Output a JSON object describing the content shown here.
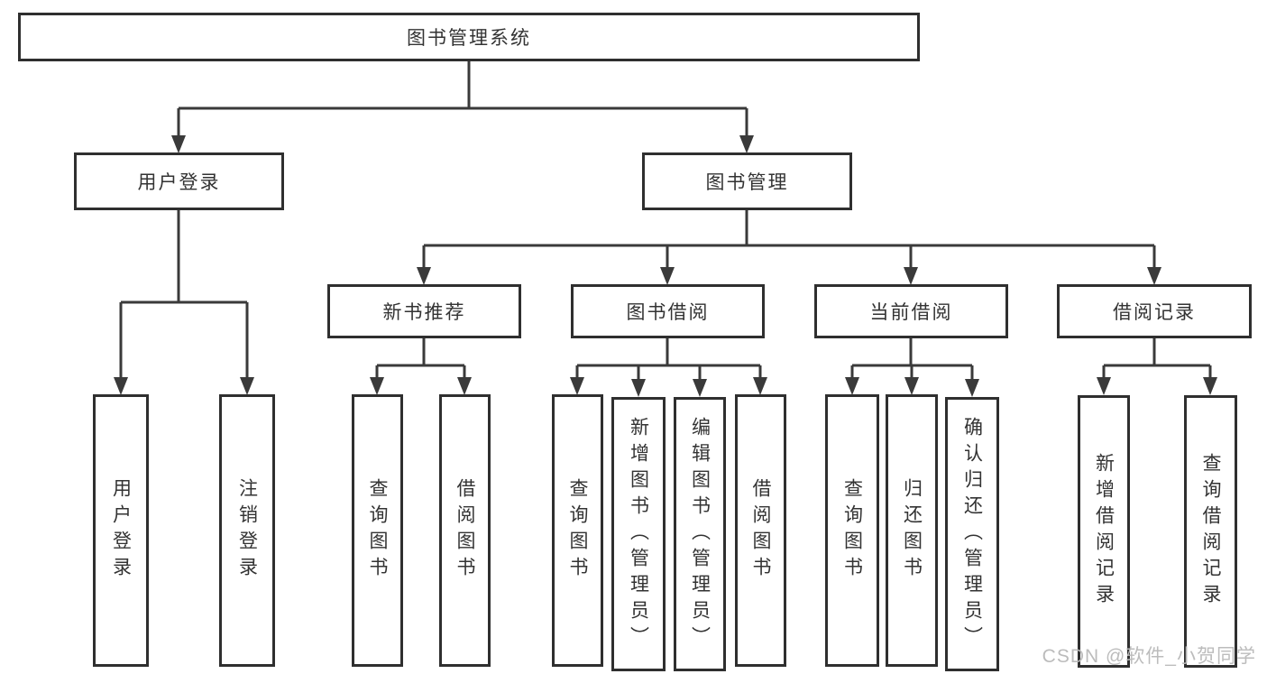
{
  "tree": {
    "label": "图书管理系统",
    "children": [
      {
        "label": "用户登录",
        "children": [
          {
            "label": "用户登录"
          },
          {
            "label": "注销登录"
          }
        ]
      },
      {
        "label": "图书管理",
        "children": [
          {
            "label": "新书推荐",
            "children": [
              {
                "label": "查询图书"
              },
              {
                "label": "借阅图书"
              }
            ]
          },
          {
            "label": "图书借阅",
            "children": [
              {
                "label": "查询图书"
              },
              {
                "label": "新增图书（管理员）"
              },
              {
                "label": "编辑图书（管理员）"
              },
              {
                "label": "借阅图书"
              }
            ]
          },
          {
            "label": "当前借阅",
            "children": [
              {
                "label": "查询图书"
              },
              {
                "label": "归还图书"
              },
              {
                "label": "确认归还（管理员）"
              }
            ]
          },
          {
            "label": "借阅记录",
            "children": [
              {
                "label": "新增借阅记录"
              },
              {
                "label": "查询借阅记录"
              }
            ]
          }
        ]
      }
    ]
  },
  "watermark": "CSDN @软件_小贺同学",
  "colors": {
    "line": "#3a3a3a",
    "box_border": "#2f2f2f",
    "text": "#333333",
    "background": "#ffffff",
    "watermark": "#b8b8b8"
  }
}
